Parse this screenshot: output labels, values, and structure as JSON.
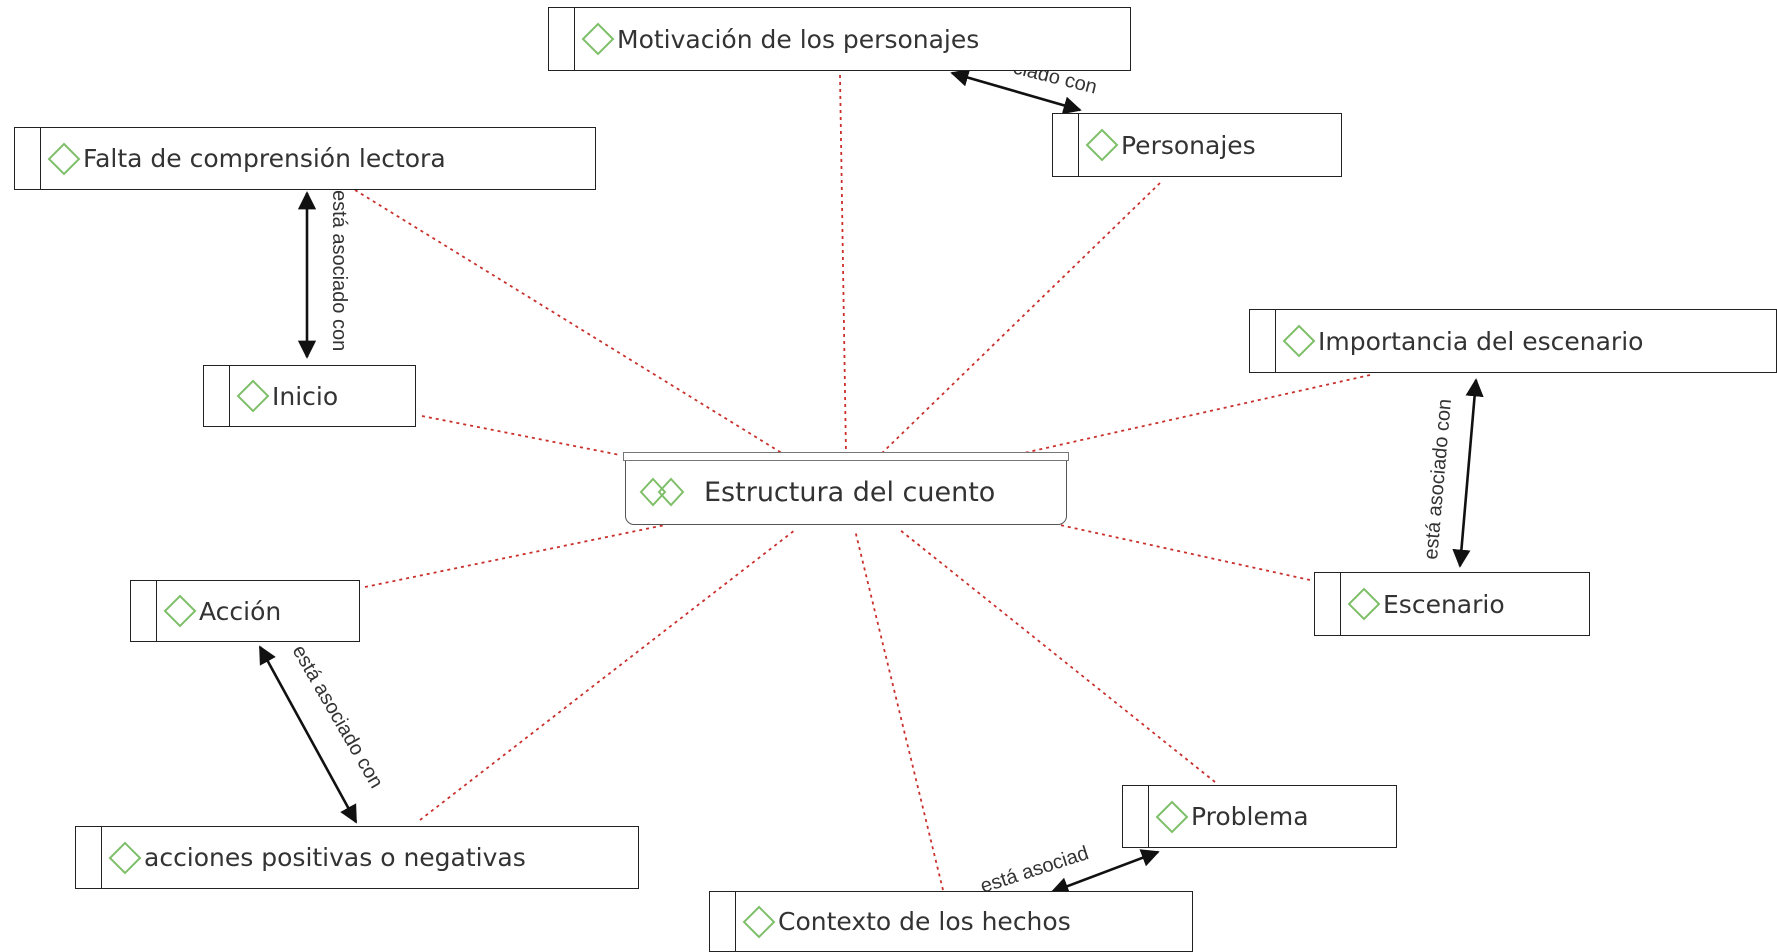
{
  "diagram": {
    "root": {
      "label": "Estructura del cuento"
    },
    "nodes": [
      {
        "id": "motivacion",
        "label": "Motivación de los personajes"
      },
      {
        "id": "personajes",
        "label": "Personajes"
      },
      {
        "id": "falta",
        "label": "Falta de comprensión lectora"
      },
      {
        "id": "inicio",
        "label": "Inicio"
      },
      {
        "id": "importancia",
        "label": "Importancia del escenario"
      },
      {
        "id": "escenario",
        "label": "Escenario"
      },
      {
        "id": "accion",
        "label": "Acción"
      },
      {
        "id": "acciones",
        "label": "acciones positivas o negativas"
      },
      {
        "id": "problema",
        "label": "Problema"
      },
      {
        "id": "contexto",
        "label": "Contexto de los hechos"
      }
    ],
    "relations": [
      {
        "id": "rel-falta-inicio",
        "label": "está asociado con"
      },
      {
        "id": "rel-motiv-personajes",
        "label": "ciado con"
      },
      {
        "id": "rel-importancia-escenario",
        "label": "está asociado con"
      },
      {
        "id": "rel-accion-acciones",
        "label": "está asociado con"
      },
      {
        "id": "rel-problema-contexto",
        "label": "está asociad"
      }
    ],
    "colors": {
      "dotted_line": "#c9302c",
      "diamond": "#7fbf6a",
      "arrow": "#111111"
    }
  }
}
